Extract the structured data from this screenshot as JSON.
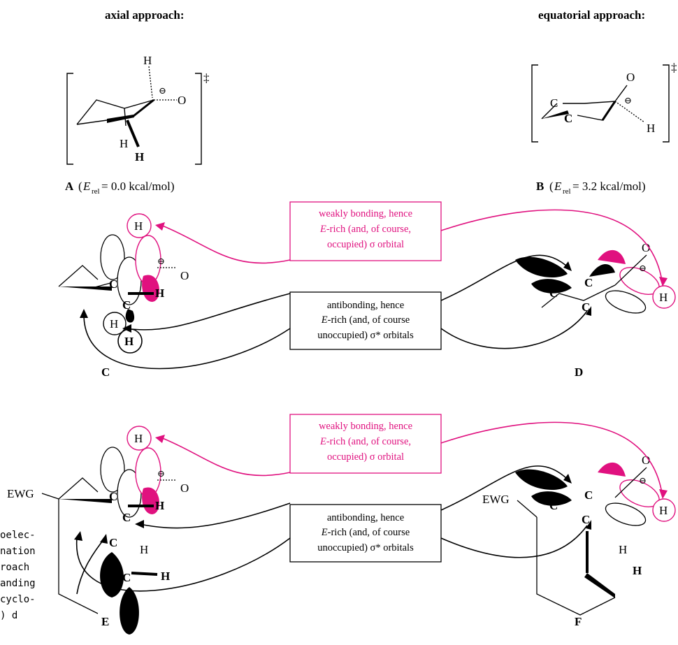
{
  "headers": {
    "axial": "axial approach:",
    "equatorial": "equatorial approach:"
  },
  "structure_labels": {
    "A": "A",
    "B": "B",
    "C": "C",
    "D": "D",
    "E": "E",
    "F": "F"
  },
  "energies": {
    "A_prefix": "(",
    "A_E": "E",
    "A_sub": "rel",
    "A_value": " = 0.0 kcal/mol)",
    "B_prefix": "(",
    "B_E": "E",
    "B_sub": "rel",
    "B_value": " = 3.2 kcal/mol)"
  },
  "ts_symbol": "‡",
  "atoms": {
    "H": "H",
    "O": "O",
    "C": "C",
    "minus": "⊖",
    "EWG": "EWG"
  },
  "boxes": {
    "bonding_line1": "weakly bonding, hence",
    "bonding_line2_E": "E",
    "bonding_line2_rest": "-rich (and, of course,",
    "bonding_line3": "occupied) σ orbital",
    "antibonding_line1": "antibonding, hence",
    "antibonding_line2_E": "E",
    "antibonding_line2_rest": "-rich (and, of course",
    "antibonding_line3": "unoccupied) σ* orbitals"
  },
  "side_caption": [
    "oelec-",
    "nation",
    "roach",
    "anding",
    "cyclo-",
    ")  d"
  ],
  "colors": {
    "magenta": "#e0117f",
    "black": "#000000"
  }
}
